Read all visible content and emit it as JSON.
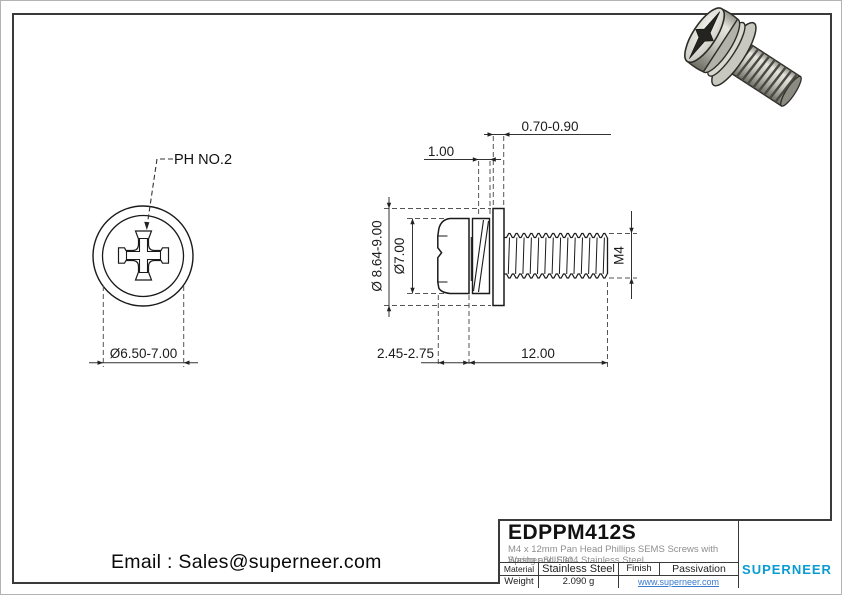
{
  "email": {
    "text": "Email : Sales@superneer.com"
  },
  "front_view": {
    "leader_label": "PH NO.2",
    "head_diameter": "Ø6.50-7.00"
  },
  "side_view": {
    "flat_washer_thickness": "0.70-0.90",
    "spring_washer_thickness": "1.00",
    "flat_washer_diameter": "Ø 8.64-9.00",
    "head_diameter": "Ø7.00",
    "thread_spec": "M4",
    "head_height": "2.45-2.75",
    "thread_length": "12.00"
  },
  "title_block": {
    "part_number": "EDPPM412S",
    "description_line1": "M4 x 12mm Pan Head Phillips SEMS Screws with Spring and Flat",
    "description_line2": "Washer SUS304 Stainless Steel",
    "material_label": "Material",
    "material_value": "Stainless Steel",
    "finish_label": "Finish",
    "finish_value": "Passivation",
    "weight_label": "Weight",
    "weight_value": "2.090 g",
    "website": "www.superneer.com",
    "brand": "SUPERNEER"
  },
  "colors": {
    "brand_blue": "#0a9bd2",
    "link_blue": "#3a7bd0",
    "line_dark": "#3a3a3a"
  }
}
